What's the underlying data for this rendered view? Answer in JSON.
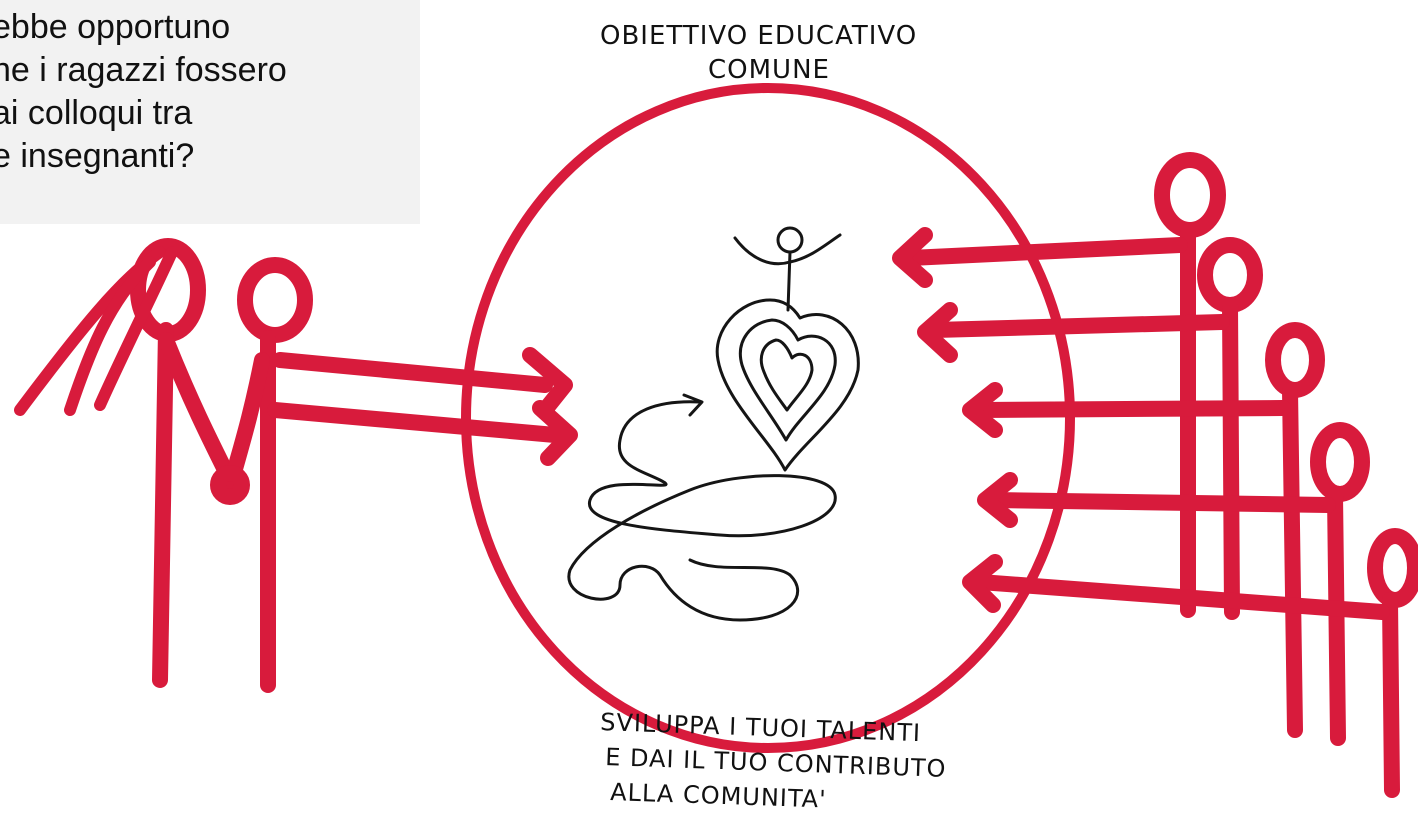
{
  "question": {
    "lines": [
      "ebbe opportuno",
      "he i ragazzi fossero",
      "ai colloqui tra",
      "e insegnanti?"
    ]
  },
  "labels": {
    "top_line1": "OBIETTIVO EDUCATIVO",
    "top_line2": "COMUNE",
    "bottom_line1": "SVILUPPA I TUOI TALENTI",
    "bottom_line2": "E DAI IL TUO CONTRIBUTO",
    "bottom_line3": "ALLA COMUNITA'"
  },
  "colors": {
    "marker_red": "#d81b3c",
    "ink_black": "#151515",
    "box_bg": "#f2f2f2"
  }
}
